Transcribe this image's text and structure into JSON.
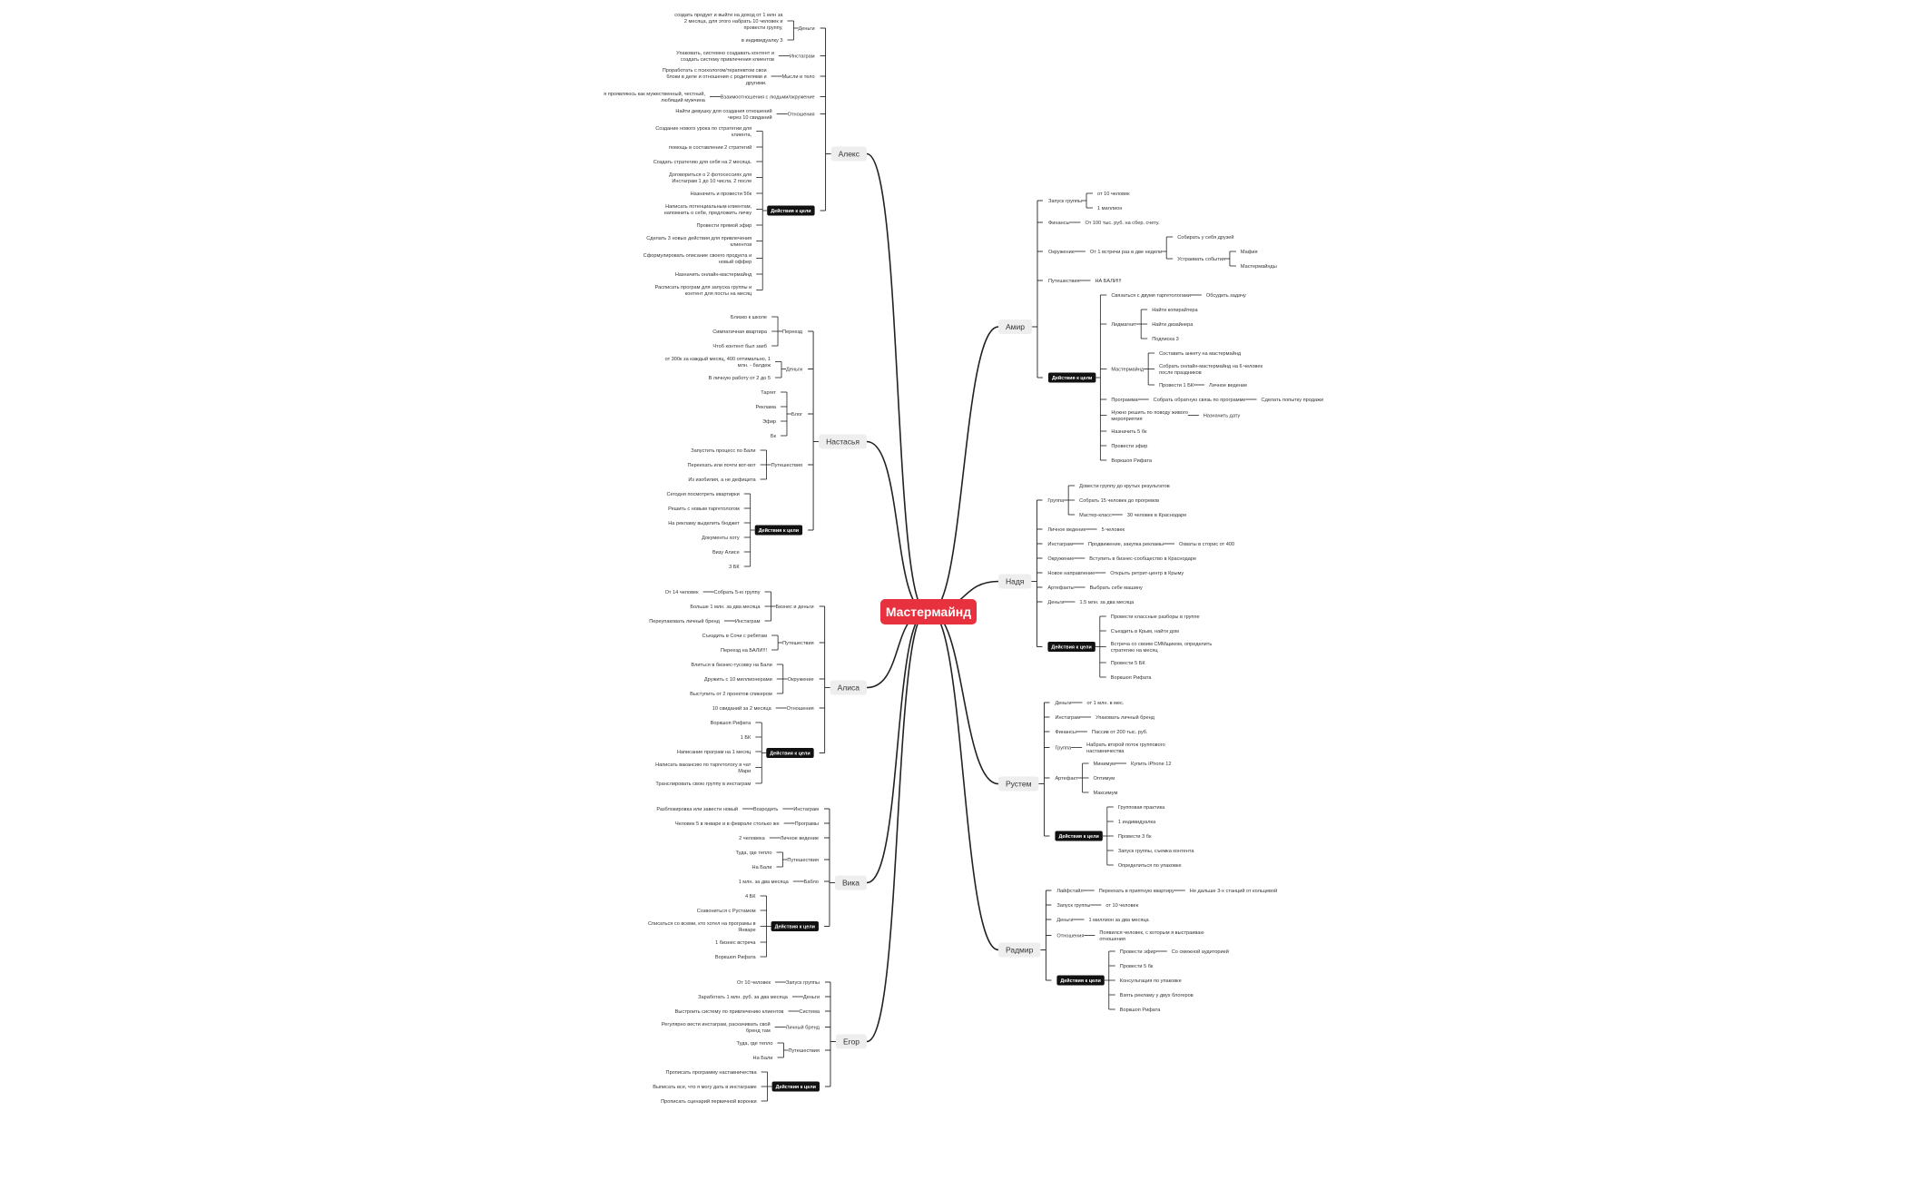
{
  "app": {
    "title": "Мастермайнд"
  },
  "colors": {
    "accent": "#e8313e",
    "action": "#111111",
    "branch_bg": "#eeeeee",
    "line": "#222222",
    "text": "#333333"
  },
  "center": {
    "label": "Мастермайнд"
  },
  "branches": [
    {
      "label": "Алекс",
      "side": "left",
      "children": [
        {
          "label": "Деньги",
          "children": [
            {
              "label": "создать продукт и выйти на доход от 1 млн за 2 месяца, для этого набрать 10 человек и провести группу,"
            },
            {
              "label": "в индивидуалку 3"
            }
          ]
        },
        {
          "label": "Инстаграм",
          "children": [
            {
              "label": "Упаковать, системно создавать контент и создать систему привлечения клиентов"
            }
          ]
        },
        {
          "label": "Мысли и тело",
          "children": [
            {
              "label": "Проработать с психологом/терапевтом свои блоки в деле и отношения с родителями и другими."
            }
          ]
        },
        {
          "label": "Взаимоотношения с людьми/окружение",
          "children": [
            {
              "label": "я проявляюсь как мужественный, честный, любящий мужчина"
            }
          ]
        },
        {
          "label": "Отношения",
          "children": [
            {
              "label": "Найти девушку для создания отношений через 10 свиданий"
            }
          ]
        },
        {
          "label": "Действия к цели",
          "action": true,
          "children": [
            {
              "label": "Создание нового урока по стратегии для клиента,"
            },
            {
              "label": "помощь в составлении 2 стратегий"
            },
            {
              "label": "Создать стратегию для себя на 2 месяца."
            },
            {
              "label": "Договориться о 2 фотосессиях для Инстаграм 1 до 10 числа, 2 после"
            },
            {
              "label": "Назначить и провести 5бк"
            },
            {
              "label": "Написать потенциальным клиентам, напомнить о себе, предложить личку"
            },
            {
              "label": "Провести прямой эфир"
            },
            {
              "label": "Сделать 3 новых действия для привлечения клиентов"
            },
            {
              "label": "Сформулировать описание своего продукта и новый оффер"
            },
            {
              "label": "Назначить онлайн-мастермайнд"
            },
            {
              "label": "Расписать програм для запуска группы и контент для посты на месяц"
            }
          ]
        }
      ]
    },
    {
      "label": "Настасья",
      "side": "left",
      "children": [
        {
          "label": "Переезд",
          "children": [
            {
              "label": "Близко к школе"
            },
            {
              "label": "Симпатичная квартира"
            },
            {
              "label": "Чтоб контент был заеб"
            }
          ]
        },
        {
          "label": "Деньги",
          "children": [
            {
              "label": "от 300к за каждый месяц, 400 оптимально, 1 млн. - балдеж"
            },
            {
              "label": "В личную работу от 2 до 5"
            }
          ]
        },
        {
          "label": "Блог",
          "children": [
            {
              "label": "Таргет"
            },
            {
              "label": "Реклама"
            },
            {
              "label": "Эфир"
            },
            {
              "label": "Бк"
            }
          ]
        },
        {
          "label": "Путешествия",
          "children": [
            {
              "label": "Запустить процесс по Бали"
            },
            {
              "label": "Переехать или почти вот-вот"
            },
            {
              "label": "Из изобилия, а не дефицита"
            }
          ]
        },
        {
          "label": "Действия к цели",
          "action": true,
          "children": [
            {
              "label": "Сегодня посмотреть квартирки"
            },
            {
              "label": "Решить с новым таргетологом"
            },
            {
              "label": "На рекламу выделить бюджет"
            },
            {
              "label": "Документы хоту"
            },
            {
              "label": "Визу Алисе"
            },
            {
              "label": "3 БК"
            }
          ]
        }
      ]
    },
    {
      "label": "Алиса",
      "side": "left",
      "children": [
        {
          "label": "Бизнес и деньги",
          "children": [
            {
              "label": "Собрать 5-ю группу",
              "children": [
                {
                  "label": "От 14 человек"
                }
              ]
            },
            {
              "label": "Больше 1 млн. за два месяца"
            },
            {
              "label": "Инстаграм",
              "children": [
                {
                  "label": "Переупаковать личный бренд"
                }
              ]
            }
          ]
        },
        {
          "label": "Путешествия",
          "children": [
            {
              "label": "Съездить в Сочи с ребятам"
            },
            {
              "label": "Переезд на БАЛИ!!!"
            }
          ]
        },
        {
          "label": "Окружение",
          "children": [
            {
              "label": "Влиться в бизнес-тусовку на Бали"
            },
            {
              "label": "Дружить с 10 миллионерами"
            },
            {
              "label": "Выступить от 2 проектов спикером"
            }
          ]
        },
        {
          "label": "Отношения",
          "children": [
            {
              "label": "10 свиданий за 2 месяца"
            }
          ]
        },
        {
          "label": "Действия к цели",
          "action": true,
          "children": [
            {
              "label": "Воркшоп Рифата"
            },
            {
              "label": "1 БК"
            },
            {
              "label": "Написание програм на 1 месяц"
            },
            {
              "label": "Написать вакансию по таргетологу в чат Мари"
            },
            {
              "label": "Транслировать свою группу в инстаграм"
            }
          ]
        }
      ]
    },
    {
      "label": "Вика",
      "side": "left",
      "children": [
        {
          "label": "Инстаграм",
          "children": [
            {
              "label": "Возродить",
              "children": [
                {
                  "label": "Разблокировка или завести новый"
                }
              ]
            }
          ]
        },
        {
          "label": "Програмы",
          "children": [
            {
              "label": "Человек 5 в январе и в феврале столько же"
            }
          ]
        },
        {
          "label": "Личное ведение",
          "children": [
            {
              "label": "2 человека"
            }
          ]
        },
        {
          "label": "Путешествия",
          "children": [
            {
              "label": "Туда, где тепло"
            },
            {
              "label": "На Бали"
            }
          ]
        },
        {
          "label": "Бабло",
          "children": [
            {
              "label": "1 млн. за два месяца"
            }
          ]
        },
        {
          "label": "Действия к цели",
          "action": true,
          "children": [
            {
              "label": "4 БК"
            },
            {
              "label": "Созвониться с Рустамом"
            },
            {
              "label": "Списаться со всеми, кто хотел на програмы в Январе"
            },
            {
              "label": "1 бизнес встреча"
            },
            {
              "label": "Воркшоп Рифата"
            }
          ]
        }
      ]
    },
    {
      "label": "Егор",
      "side": "left",
      "children": [
        {
          "label": "Запуск группы",
          "children": [
            {
              "label": "От 10 человек"
            }
          ]
        },
        {
          "label": "Деньги",
          "children": [
            {
              "label": "Заработать 1 млн. руб. за два месяца"
            }
          ]
        },
        {
          "label": "Система",
          "children": [
            {
              "label": "Выстроить систему по привлечению клиентов"
            }
          ]
        },
        {
          "label": "Личный бренд",
          "children": [
            {
              "label": "Регулярно вести инстаграм, раскачивать свой бренд там"
            }
          ]
        },
        {
          "label": "Путешествия",
          "children": [
            {
              "label": "Туда, где тепло"
            },
            {
              "label": "На Бали"
            }
          ]
        },
        {
          "label": "Действия к цели",
          "action": true,
          "children": [
            {
              "label": "Прописать программу наставничества"
            },
            {
              "label": "Выписать все, что я могу дать в инстаграме"
            },
            {
              "label": "Прописать сценарий первичной воронки"
            }
          ]
        }
      ]
    },
    {
      "label": "Амир",
      "side": "right",
      "children": [
        {
          "label": "Запуск группы",
          "children": [
            {
              "label": "от 10 человек"
            },
            {
              "label": "1 миллион"
            }
          ]
        },
        {
          "label": "Финансы",
          "children": [
            {
              "label": "От 100 тыс. руб. на сбер. счету."
            }
          ]
        },
        {
          "label": "Окружение",
          "children": [
            {
              "label": "От 1 встречи раз в две недели",
              "children": [
                {
                  "label": "Собирать у себя друзей"
                },
                {
                  "label": "Устраивать события",
                  "children": [
                    {
                      "label": "Мафия"
                    },
                    {
                      "label": "Мастермайнды"
                    }
                  ]
                }
              ]
            }
          ]
        },
        {
          "label": "Путешествия",
          "children": [
            {
              "label": "НА БАЛИ!!!"
            }
          ]
        },
        {
          "label": "Действия к цели",
          "action": true,
          "children": [
            {
              "label": "Связаться с двумя таргетологами",
              "children": [
                {
                  "label": "Обсудить задачу"
                }
              ]
            },
            {
              "label": "Лидмагнит",
              "children": [
                {
                  "label": "Найти копирайтера"
                },
                {
                  "label": "Найти дизайнера"
                },
                {
                  "label": "Подписка 3"
                }
              ]
            },
            {
              "label": "Мастермайнд",
              "children": [
                {
                  "label": "Составить анкету на мастермайнд"
                },
                {
                  "label": "Собрать онлайн-мастермайнд на 6 человек после праздников"
                },
                {
                  "label": "Провести 1 БК",
                  "children": [
                    {
                      "label": "Личное ведение"
                    }
                  ]
                }
              ]
            },
            {
              "label": "Программа",
              "children": [
                {
                  "label": "Собрать обратную связь по программе",
                  "children": [
                    {
                      "label": "Сделать попытку продажи"
                    }
                  ]
                }
              ]
            },
            {
              "label": "Нужно решить по поводу живого мероприятия",
              "children": [
                {
                  "label": "Назначить дату"
                }
              ]
            },
            {
              "label": "Назначить 5 бк"
            },
            {
              "label": "Провести эфир"
            },
            {
              "label": "Воркшоп Рифата"
            }
          ]
        }
      ]
    },
    {
      "label": "Надя",
      "side": "right",
      "children": [
        {
          "label": "Группа",
          "children": [
            {
              "label": "Довести группу до крутых результатов"
            },
            {
              "label": "Собрать 15 человек до прогревов"
            },
            {
              "label": "Мастер-класс",
              "children": [
                {
                  "label": "30 человек в Краснодаре"
                }
              ]
            }
          ]
        },
        {
          "label": "Личное ведение",
          "children": [
            {
              "label": "5 человек"
            }
          ]
        },
        {
          "label": "Инстаграм",
          "children": [
            {
              "label": "Продвижение, закупка рекламы",
              "children": [
                {
                  "label": "Охваты в сторис от 400"
                }
              ]
            }
          ]
        },
        {
          "label": "Окружение",
          "children": [
            {
              "label": "Вступить в бизнес-сообщество в Краснодаре"
            }
          ]
        },
        {
          "label": "Новое направление",
          "children": [
            {
              "label": "Открыть ретрит-центр в Крыму"
            }
          ]
        },
        {
          "label": "Артефакты",
          "children": [
            {
              "label": "Выбрать себе машину"
            }
          ]
        },
        {
          "label": "Деньги",
          "children": [
            {
              "label": "1.5 млн. за два месяца"
            }
          ]
        },
        {
          "label": "Действия к цели",
          "action": true,
          "children": [
            {
              "label": "Провести классные разборы в группе"
            },
            {
              "label": "Съездить в Крым, найти дом"
            },
            {
              "label": "Встреча со своим СММщиком, определить стратегию на месяц"
            },
            {
              "label": "Провести 5 БК"
            },
            {
              "label": "Воркшоп Рифата"
            }
          ]
        }
      ]
    },
    {
      "label": "Рустем",
      "side": "right",
      "children": [
        {
          "label": "Деньги",
          "children": [
            {
              "label": "от 1 млн. в мес."
            }
          ]
        },
        {
          "label": "Инстаграм",
          "children": [
            {
              "label": "Упаковать личный бренд"
            }
          ]
        },
        {
          "label": "Финансы",
          "children": [
            {
              "label": "Пассив от 200 тыс. руб."
            }
          ]
        },
        {
          "label": "Группа",
          "children": [
            {
              "label": "Набрать второй поток группового наставничества"
            }
          ]
        },
        {
          "label": "Артефакт",
          "children": [
            {
              "label": "Минимум",
              "children": [
                {
                  "label": "Купить iPhone 12"
                }
              ]
            },
            {
              "label": "Оптимум"
            },
            {
              "label": "Максимум"
            }
          ]
        },
        {
          "label": "Действия к цели",
          "action": true,
          "children": [
            {
              "label": "Групповая практика"
            },
            {
              "label": "1 индивидуалка"
            },
            {
              "label": "Провести 3 бк"
            },
            {
              "label": "Запуск группы, съемка контента"
            },
            {
              "label": "Определиться по упаковке"
            }
          ]
        }
      ]
    },
    {
      "label": "Радмир",
      "side": "right",
      "children": [
        {
          "label": "Лайфстайл",
          "children": [
            {
              "label": "Переехать в приятную квартиру",
              "children": [
                {
                  "label": "Не дальше 3-х станций от кольцевой"
                }
              ]
            }
          ]
        },
        {
          "label": "Запуск группы",
          "children": [
            {
              "label": "от 10 человек"
            }
          ]
        },
        {
          "label": "Деньги",
          "children": [
            {
              "label": "1 миллион за два месяца"
            }
          ]
        },
        {
          "label": "Отношения",
          "children": [
            {
              "label": "Появился человек, с которым я выстраиваю отношения"
            }
          ]
        },
        {
          "label": "Действия к цели",
          "action": true,
          "children": [
            {
              "label": "Провести эфир",
              "children": [
                {
                  "label": "Со смежной аудиторией"
                }
              ]
            },
            {
              "label": "Провести 5 бк"
            },
            {
              "label": "Консультация по упаковке"
            },
            {
              "label": "Взять рекламу у двух блогеров"
            },
            {
              "label": "Воркшоп Рифата"
            }
          ]
        }
      ]
    }
  ]
}
